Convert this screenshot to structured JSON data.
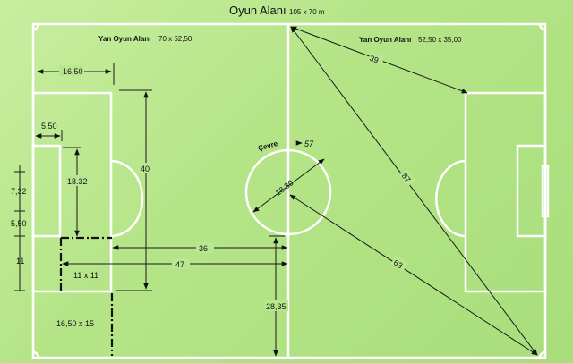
{
  "title": "Oyun Alanı",
  "title_dims": "105 x 70 m",
  "side_left": {
    "label": "Yan Oyun Alanı",
    "dims": "70 x 52,50"
  },
  "side_right": {
    "label": "Yan Oyun Alanı",
    "dims": "52,50 x 35,00"
  },
  "measures": {
    "penalty_depth": "16,50",
    "goal_area_depth": "5,50",
    "penalty_width": "40",
    "goal_area_width": "18.32",
    "goal_width": "7,32",
    "goal_area_side": "5,50",
    "penalty_spot": "11",
    "dist_36": "36",
    "dist_47": "47",
    "dist_28": "28,35",
    "square_11": "11 x 11",
    "rect_16": "16,50 x 15",
    "circle_label": "Çevre",
    "circumference": "57",
    "diameter": "18,30",
    "diag_39": "39",
    "diag_87": "87",
    "diag_63": "63"
  }
}
